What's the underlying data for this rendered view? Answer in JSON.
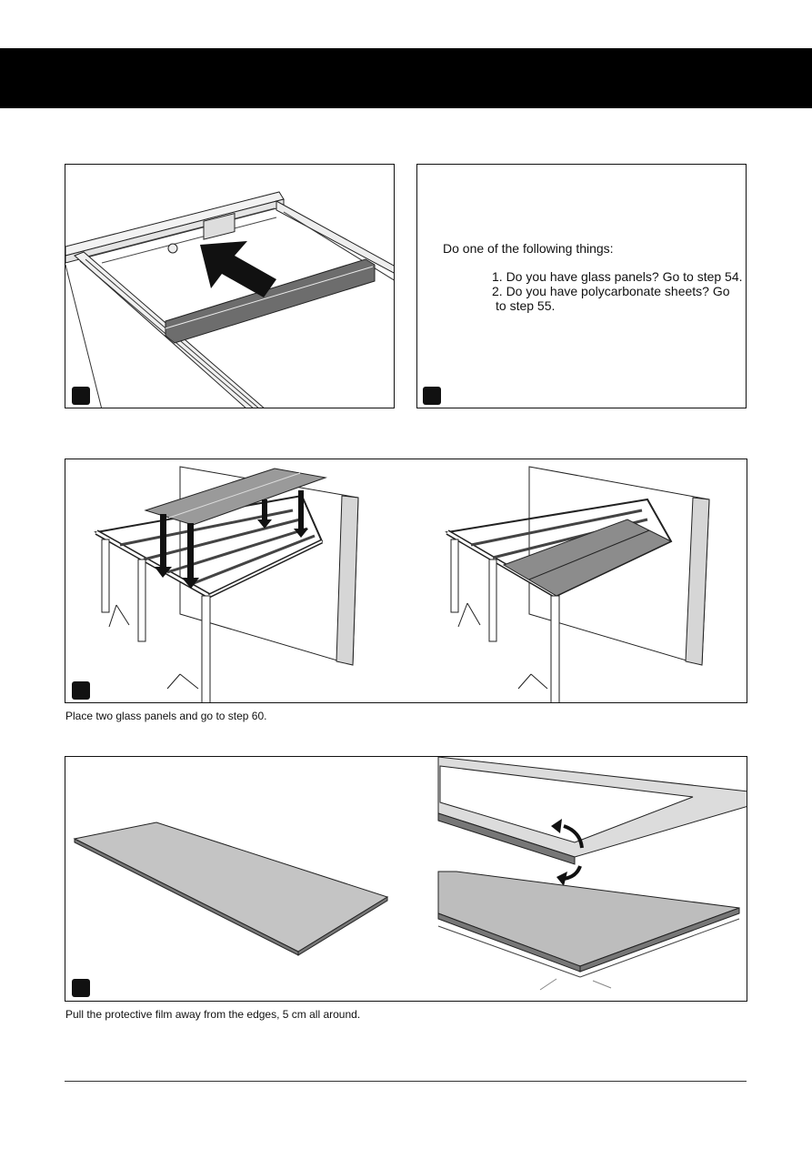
{
  "instruction_box": {
    "title": "Do one of the following things:",
    "option_1": "1. Do you have glass panels? Go to step 54.",
    "option_2a": "2. Do you have polycarbonate sheets? Go",
    "option_2b": "to step 55."
  },
  "captions": {
    "glass_step": "Place two glass panels and go to step 60.",
    "film_step": "Pull the protective film away from the edges, 5 cm all around."
  }
}
